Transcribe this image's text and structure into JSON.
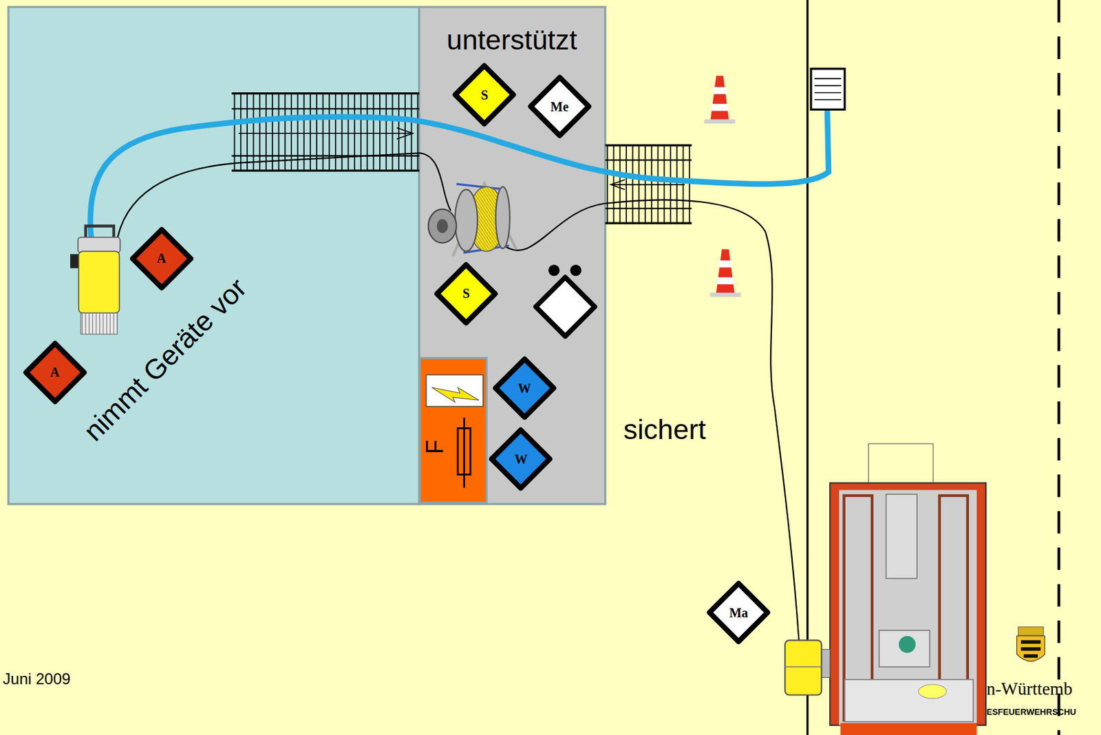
{
  "diagram": {
    "nodes": [
      {
        "text": [
          "nimmt Geräte vor"
        ]
      },
      {
        "text": [
          "unterstützt"
        ]
      },
      {
        "text": [
          "A"
        ],
        "in": 0
      },
      {
        "text": [
          "A"
        ],
        "in": 0
      },
      {
        "text": [
          "S"
        ],
        "in": 1
      },
      {
        "text": [
          "Me"
        ],
        "in": 1
      },
      {
        "text": [
          "S"
        ],
        "in": 1
      },
      {
        "text": [
          "W"
        ],
        "in": 1
      },
      {
        "text": [
          "W"
        ],
        "in": 1
      },
      {
        "text": [
          "F"
        ],
        "in": 1
      },
      {
        "text": [
          "Ma"
        ]
      }
    ],
    "labels": [
      "sichert",
      "Juni 2009",
      "n-Württemb",
      "ESFEUERWEHRSCHU"
    ]
  }
}
